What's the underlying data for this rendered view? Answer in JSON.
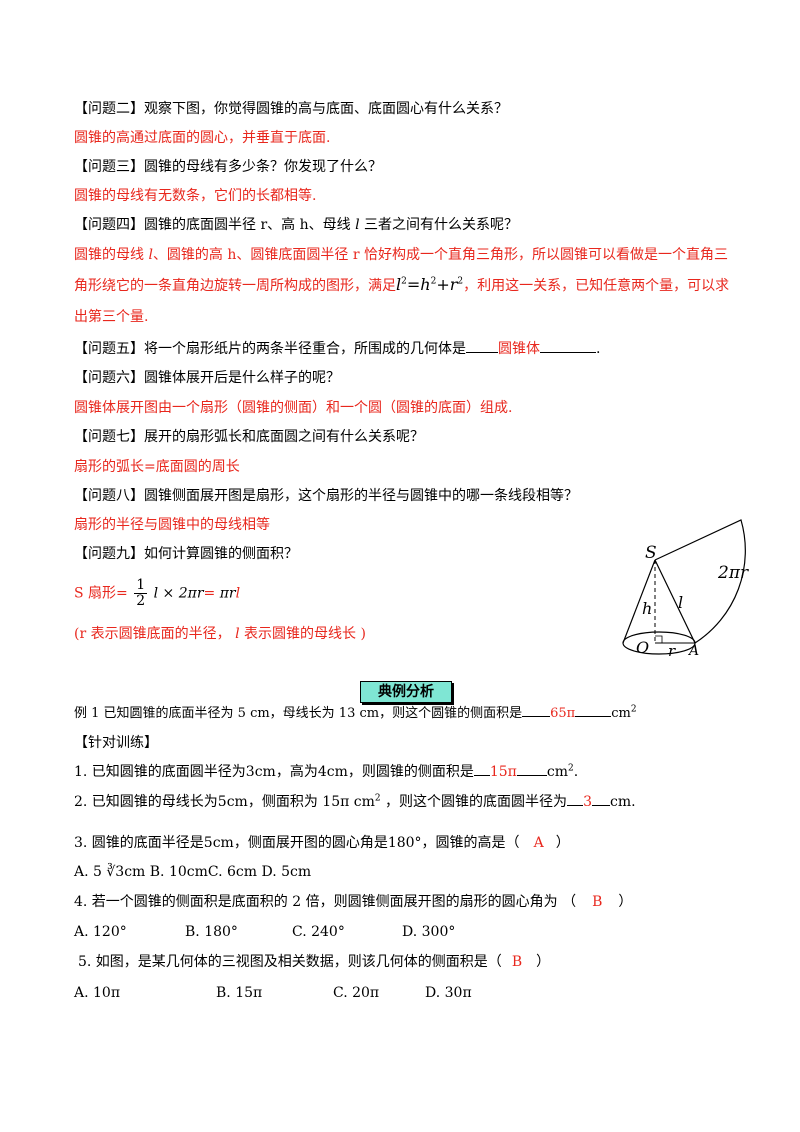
{
  "q2": {
    "label": "【问题二】观察下图，你觉得圆锥的高与底面、底面圆心有什么关系？",
    "answer": "圆锥的高通过底面的圆心，并垂直于底面."
  },
  "q3": {
    "label": "【问题三】圆锥的母线有多少条？你发现了什么？",
    "answer": "圆锥的母线有无数条，它们的长都相等."
  },
  "q4": {
    "label_pre": "【问题四】圆锥的底面圆半径 r、高 h、母线 ",
    "label_l": "l",
    "label_post": " 三者之间有什么关系呢？",
    "answer_line1_pre": "圆锥的母线 ",
    "answer_line1_l": "l",
    "answer_line1_post": "、圆锥的高 h、圆锥底面圆半径 r 恰好构成一个直角三角形，所以圆锥可以看做是一个直角三",
    "answer_line2_pre": "角形绕它的一条直角边旋转一周所构成的图形，满足",
    "formula_l": "l",
    "formula_eq": "=",
    "formula_h": "h",
    "formula_plus": "+",
    "formula_r": "r",
    "formula_exp": "2",
    "answer_line2_post": "，利用这一关系，已知任意两个量，可以求",
    "answer_line3": "出第三个量."
  },
  "q5": {
    "label_pre": "【问题五】将一个扇形纸片的两条半径重合，所围成的几何体是",
    "answer": "圆锥体",
    "label_post": "."
  },
  "q6": {
    "label": "【问题六】圆锥体展开后是什么样子的呢？",
    "answer": "圆锥体展开图由一个扇形（圆锥的侧面）和一个圆（圆锥的底面）组成."
  },
  "q7": {
    "label": "【问题七】展开的扇形弧长和底面圆之间有什么关系呢？",
    "answer": "扇形的弧长=底面圆的周长"
  },
  "q8": {
    "label": "【问题八】圆锥侧面展开图是扇形，这个扇形的半径与圆锥中的哪一条线段相等？",
    "answer": "扇形的半径与圆锥中的母线相等"
  },
  "q9": {
    "label": "【问题九】如何计算圆锥的侧面积？",
    "formula_pre": "S 扇形=",
    "frac_num": "1",
    "frac_den": "2",
    "formula_mid": "l × 2",
    "formula_pi": "π",
    "formula_r": "r",
    "formula_eq": "= ",
    "formula_result_pi": "π",
    "formula_result_r": "r",
    "formula_result_l": "l",
    "note_pre": "(r 表示圆锥底面的半径，  ",
    "note_l": "l",
    "note_post": " 表示圆锥的母线长 )"
  },
  "figure": {
    "label_S": "S",
    "label_h": "h",
    "label_l": "l",
    "label_O": "O",
    "label_r": "r",
    "label_A": "A",
    "label_arc": "2πr"
  },
  "section_title": "典例分析",
  "example1": {
    "text_pre": "例 1  已知圆锥的底面半径为 5 cm，母线长为 13 cm，则这个圆锥的侧面积是",
    "answer": "65π",
    "unit": "cm",
    "unit_exp": "2"
  },
  "training_title": "【针对训练】",
  "t1": {
    "text_pre": "1. 已知圆锥的底面圆半径为3cm，高为4cm，则圆锥的侧面积是",
    "answer": "15π",
    "unit": "cm",
    "unit_exp": "2",
    "end": "."
  },
  "t2": {
    "text_pre": "2. 已知圆锥的母线长为5cm，侧面积为 15π cm",
    "exp": "2",
    "text_mid": " ，则这个圆锥的底面圆半径为",
    "answer": "3",
    "unit": "cm."
  },
  "t3": {
    "text_pre": "3. 圆锥的底面半径是5cm，侧面展开图的圆心角是180°，圆锥的高是（",
    "answer": "A",
    "text_post": "）",
    "options": "A. 5 ∛3cm  B. 10cmC. 6cm  D. 5cm"
  },
  "t4": {
    "text_pre": "4. 若一个圆锥的侧面积是底面积的 2 倍，则圆锥侧面展开图的扇形的圆心角为 （",
    "answer": "B",
    "text_post": "）",
    "options": [
      "A.  120°",
      "B.  180°",
      "C.  240°",
      "D.  300°"
    ]
  },
  "t5": {
    "text_pre": "5. 如图，是某几何体的三视图及相关数据，则该几何体的侧面积是（",
    "answer": "B",
    "text_post": "）",
    "options": [
      "A.  10π",
      "B.  15π",
      "C.  20π",
      "D.  30π"
    ]
  }
}
